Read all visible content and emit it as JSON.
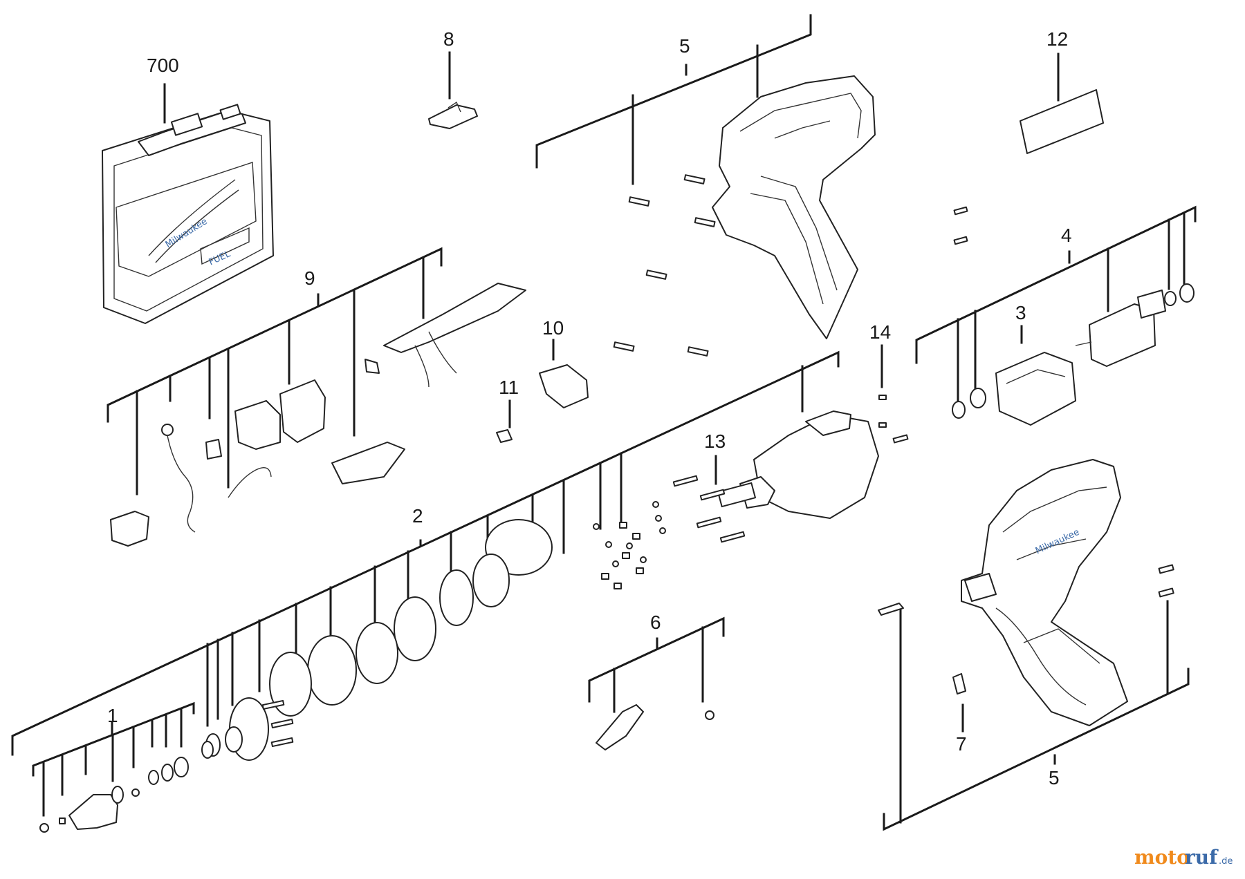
{
  "labels": {
    "case": "700",
    "p8": "8",
    "p5_top": "5",
    "p12": "12",
    "p9": "9",
    "p4": "4",
    "p3": "3",
    "p10": "10",
    "p14": "14",
    "p11": "11",
    "p13": "13",
    "p2": "2",
    "p6": "6",
    "p1": "1",
    "p7": "7",
    "p5_bottom": "5"
  },
  "brand_text": "Milwaukee",
  "fuel_text": "FUEL",
  "watermark": {
    "left": "moto",
    "right": "ruf",
    "suffix": ".de"
  },
  "colors": {
    "line": "#1a1a1a",
    "watermark_orange": "#f08a1c",
    "watermark_blue": "#3b6aa8"
  }
}
